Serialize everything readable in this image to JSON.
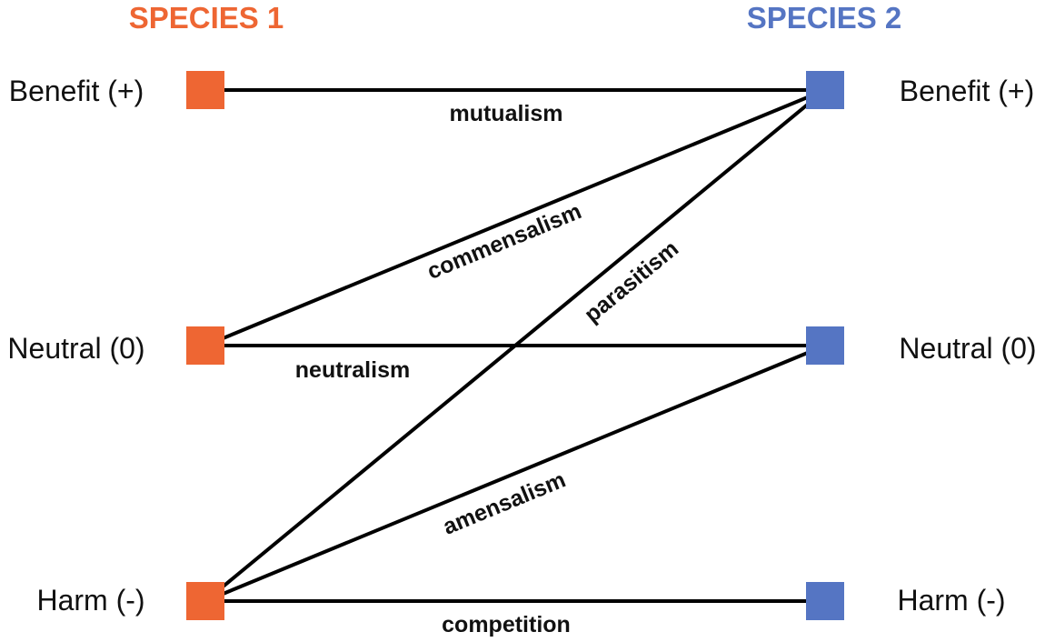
{
  "colors": {
    "species1": "#EE6633",
    "species2": "#5575C3"
  },
  "species1": {
    "title": "SPECIES 1",
    "levels": {
      "benefit": "Benefit (+)",
      "neutral": "Neutral (0)",
      "harm": "Harm (-)"
    }
  },
  "species2": {
    "title": "SPECIES 2",
    "levels": {
      "benefit": "Benefit (+)",
      "neutral": "Neutral (0)",
      "harm": "Harm (-)"
    }
  },
  "interactions": {
    "mutualism": "mutualism",
    "commensalism": "commensalism",
    "parasitism": "parasitism",
    "neutralism": "neutralism",
    "amensalism": "amensalism",
    "competition": "competition"
  },
  "links": [
    {
      "name": "mutualism",
      "from": "benefit",
      "to": "benefit"
    },
    {
      "name": "commensalism",
      "from": "neutral",
      "to": "benefit"
    },
    {
      "name": "parasitism",
      "from": "harm",
      "to": "benefit"
    },
    {
      "name": "neutralism",
      "from": "neutral",
      "to": "neutral"
    },
    {
      "name": "amensalism",
      "from": "harm",
      "to": "neutral"
    },
    {
      "name": "competition",
      "from": "harm",
      "to": "harm"
    }
  ]
}
